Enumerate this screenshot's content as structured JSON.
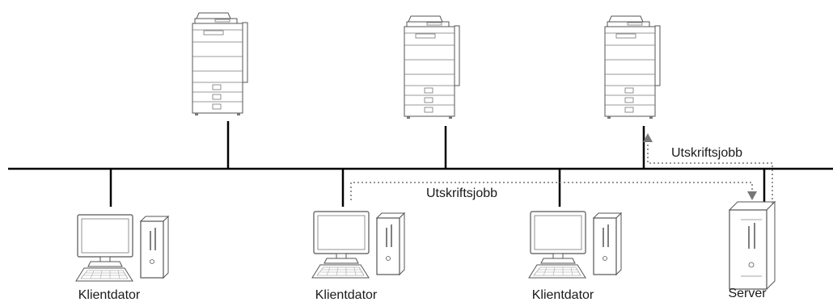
{
  "labels": {
    "client_1": "Klientdator",
    "client_2": "Klientdator",
    "client_3": "Klientdator",
    "server": "Server",
    "print_job_direct": "Utskriftsjobb",
    "print_job_server": "Utskriftsjobb"
  },
  "colors": {
    "line": "#000000",
    "dotted": "#888888",
    "arrow": "#777777",
    "device_stroke": "#555555",
    "device_fill": "#ffffff",
    "text": "#1a1a1a"
  }
}
